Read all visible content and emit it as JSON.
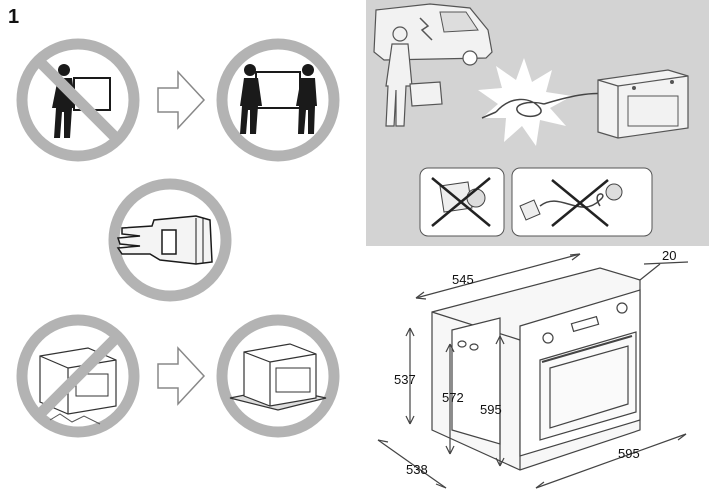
{
  "step": {
    "number": "1"
  },
  "dimensions": {
    "depth_top": "545",
    "clearance_back": "20",
    "cabinet_height": "537",
    "oven_height_inner": "572",
    "oven_height": "595",
    "cabinet_depth": "538",
    "oven_width": "595"
  },
  "icons": {
    "prohibited": [
      "single-person-lifting",
      "oven-on-bare-floor"
    ],
    "allowed": [
      "two-person-lifting",
      "glove",
      "oven-on-packaging-base"
    ],
    "electrical_prohibited": [
      "adapter-plug",
      "extension-cord"
    ]
  }
}
